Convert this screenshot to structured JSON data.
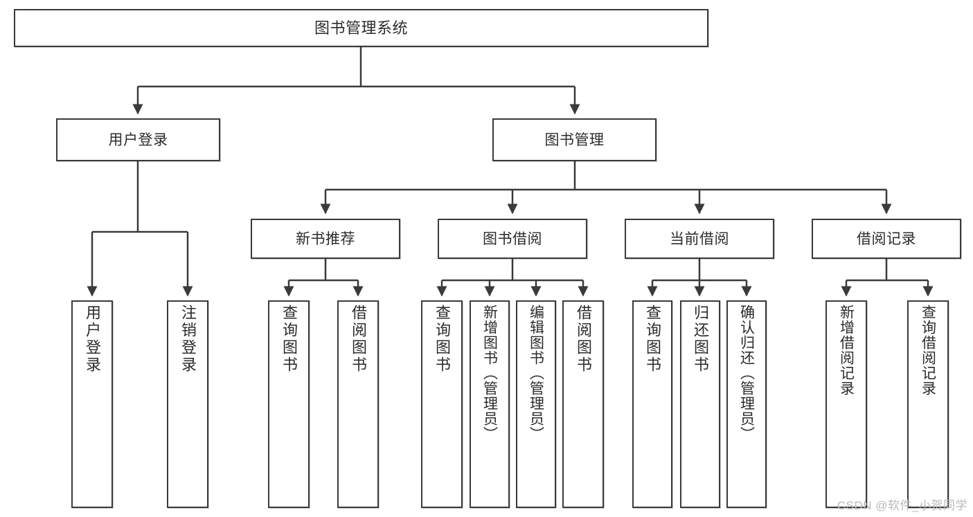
{
  "diagram": {
    "type": "tree-hierarchy",
    "title": "图书管理系统",
    "watermark": "CSDN @软件_小贺同学",
    "colors": {
      "box_border": "#3a3a3a",
      "box_fill": "#ffffff",
      "edge": "#3a3a3a",
      "text": "#2b2b2b",
      "watermark": "#b9b9b9"
    },
    "nodes": {
      "root": {
        "label": "图书管理系统"
      },
      "level2": [
        {
          "label": "用户登录"
        },
        {
          "label": "图书管理"
        }
      ],
      "level3": [
        {
          "label": "新书推荐"
        },
        {
          "label": "图书借阅"
        },
        {
          "label": "当前借阅"
        },
        {
          "label": "借阅记录"
        }
      ],
      "leaves_user_login": [
        {
          "label": "用户登录"
        },
        {
          "label": "注销登录"
        }
      ],
      "leaves_new_book": [
        {
          "label": "查询图书"
        },
        {
          "label": "借阅图书"
        }
      ],
      "leaves_borrow": [
        {
          "label": "查询图书"
        },
        {
          "label": "新增图书（管理员）"
        },
        {
          "label": "编辑图书（管理员）"
        },
        {
          "label": "借阅图书"
        }
      ],
      "leaves_current": [
        {
          "label": "查询图书"
        },
        {
          "label": "归还图书"
        },
        {
          "label": "确认归还（管理员）"
        }
      ],
      "leaves_record": [
        {
          "label": "新增借阅记录"
        },
        {
          "label": "查询借阅记录"
        }
      ]
    }
  }
}
